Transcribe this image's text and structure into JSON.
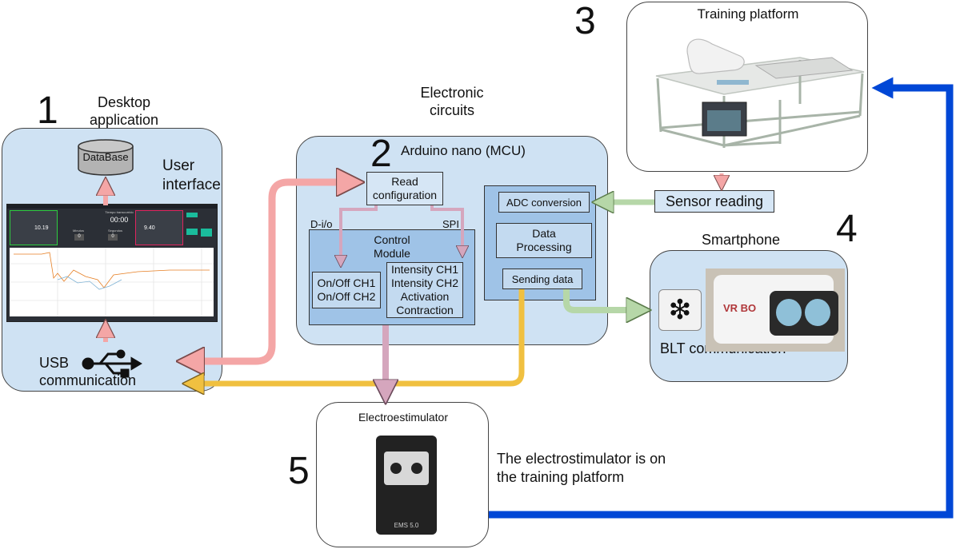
{
  "desktop": {
    "number": "1",
    "title": "Desktop application",
    "ui_label": "User interface",
    "db_label": "DataBase",
    "usb_label": "USB communication",
    "screen": {
      "title_center": "Tiempo transcurrido",
      "time": "00:00",
      "gauge_left_value": "10.19",
      "gauge_right_value": "9.40",
      "minutes_label": "Minutos",
      "seconds_label": "Segundos",
      "minutes_value": "0",
      "seconds_value": "0"
    }
  },
  "arduino": {
    "number": "2",
    "circuits_label": "Electronic circuits",
    "title": "Arduino nano (MCU)",
    "read_config": "Read configuration",
    "dio_label": "D-i/o",
    "spi_label": "SPI",
    "control_module": "Control Module",
    "onoff": "On/Off CH1 On/Off CH2",
    "intensity": "Intensity CH1 Intensity CH2 Activation Contraction",
    "adc": "ADC conversion",
    "data_processing": "Data Processing",
    "sending_data": "Sending data"
  },
  "platform": {
    "number": "3",
    "title": "Training platform",
    "sensor_reading": "Sensor reading"
  },
  "smartphone": {
    "number": "4",
    "title": "Smartphone VRIApp",
    "blt_label": "BLT communication",
    "headset_brand": "VR BO"
  },
  "electro": {
    "number": "5",
    "title": "Electroestimulator",
    "device_label": "EMS 5.0",
    "note": "The electrostimulator is on the training platform"
  },
  "colors": {
    "panel": "#cfe2f3",
    "pink_arrow": "#f4a6a6",
    "yellow_arrow": "#f0c040",
    "green_arrow": "#b6d7a8",
    "mauve_arrow": "#d5a6bd",
    "blue_arrow": "#0047d6"
  }
}
